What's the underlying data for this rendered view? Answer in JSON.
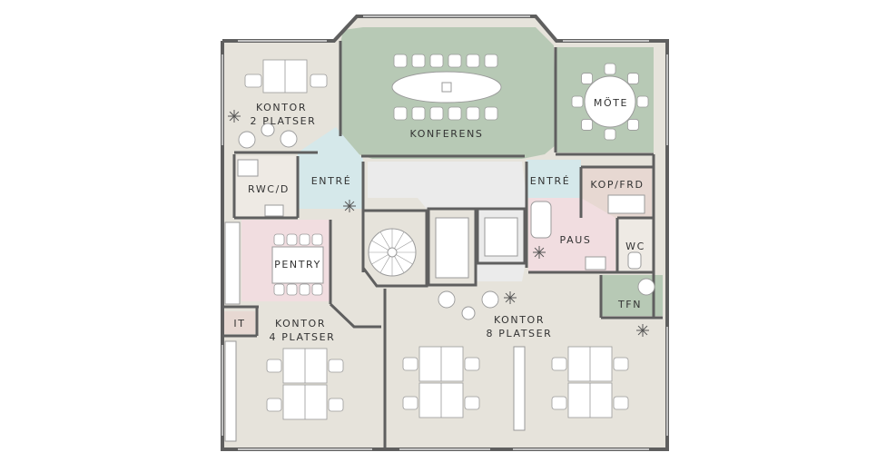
{
  "colors": {
    "office": "#e6e3db",
    "conference": "#b7c9b5",
    "meeting": "#b7c9b5",
    "entry": "#d5e8ea",
    "pantry": "#f1dde0",
    "pause": "#f1dde0",
    "kop": "#e7d8d2",
    "wc": "#eeeae4",
    "corridor": "#ebebeb",
    "wall": "#5f5f5f",
    "furniture": "#ffffff",
    "outline": "#9a9a9a"
  },
  "rooms": {
    "kontor2": {
      "line1": "KONTOR",
      "line2": "2 PLATSER"
    },
    "konferens": "KONFERENS",
    "mote": "MÖTE",
    "rwc": "RWC/D",
    "entre_left": "ENTRÉ",
    "entre_right": "ENTRÉ",
    "kop": "KOP/FRD",
    "paus": "PAUS",
    "wc": "WC",
    "pentry": "PENTRY",
    "tfn": "TFN",
    "it": "IT",
    "kontor4": {
      "line1": "KONTOR",
      "line2": "4 PLATSER"
    },
    "kontor8": {
      "line1": "KONTOR",
      "line2": "8 PLATSER"
    }
  }
}
